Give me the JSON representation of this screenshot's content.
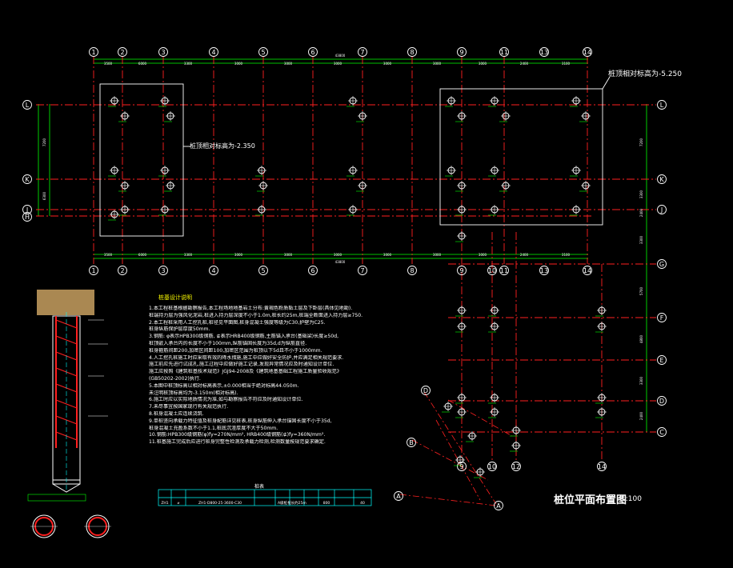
{
  "drawing": {
    "title": "桩位平面布置图",
    "scale": "1:100",
    "elevation_right": "桩顶相对标高为-5.250",
    "elevation_left": "桩顶相对标高为-2.350"
  },
  "axes": {
    "top_numbers": [
      "1",
      "2",
      "3",
      "4",
      "5",
      "6",
      "7",
      "8",
      "9",
      "11",
      "13",
      "14"
    ],
    "bottom_numbers": [
      "1",
      "2",
      "3",
      "4",
      "5",
      "6",
      "7",
      "8",
      "9",
      "10",
      "11",
      "13",
      "14"
    ],
    "letters_left": [
      "L",
      "K",
      "J",
      "H"
    ],
    "letters_right": [
      "L",
      "K",
      "J",
      "G",
      "F",
      "E",
      "D",
      "C"
    ],
    "bottom_right_numbers": [
      "9",
      "10",
      "12",
      "14"
    ],
    "skew_labels": [
      "D",
      "B",
      "A",
      "A"
    ]
  },
  "dimensions": {
    "top_segments": [
      "3500",
      "6000",
      "3300",
      "3000",
      "3000",
      "3000",
      "3000",
      "3000",
      "3000",
      "2400",
      "3100",
      "3000",
      "2400"
    ],
    "overall_top": "43800",
    "overall_bottom": "43800",
    "right_vertical": [
      "7200",
      "3300",
      "2400",
      "3300",
      "5700",
      "4800",
      "3300",
      "2400"
    ],
    "left_vertical": [
      "7200",
      "6300"
    ]
  },
  "notes": {
    "title": "桩基设计说明",
    "lines": [
      "1.本工程桩基根据勘察报告,本工程场地地基岩土分布:黄褐色粉质黏土层及下卧层(具体见地勘).",
      "   桩端持力层为强风化泥岩,桩进入持力层深度不小于1.0m,桩长约25m,桩端全断面进入持力层≥750.",
      "2.本工程桩采用人工挖孔桩,桩径见平面图,桩身混凝土强度等级为C30,护壁为C25.",
      "   桩身纵筋保护层厚度50mm.",
      "3.钢筋: φ表示HPB300级钢筋, ⊈表示HRB400级钢筋,主筋锚入承台(基础梁)长度≥50d,",
      "   桩顶嵌入承台内的长度不小于100mm,纵筋锚固长度为35d,d为纵筋直径.",
      "   桩身箍筋间距200,加密区间距100,加密区范围为桩顶以下5d且不小于1000mm.",
      "4.人工挖孔桩施工时应采取有效的降水措施,施工中应做好安全防护,并应满足相关规范要求.",
      "   施工前应先进行试成孔,施工过程中应做好施工记录,发现异常情况应及时通知设计单位.",
      "   施工应按照《建筑桩基技术规范》JGJ94-2008及《建筑地基基础工程施工质量验收规范》",
      "   (GB50202-2002)执行.",
      "5.本图中桩顶标高以相对标高表示,±0.000相当于绝对标高44.050m.",
      "   未注明桩顶标高均为-3.150m(相对标高).",
      "6.施工时应以实际地质情况为准,如与勘察报告不符应及时通知设计单位.",
      "7.未尽事宜按国家现行有关规范执行.",
      "8.桩身混凝土应连续浇筑.",
      "9.单桩竖向承载力特征值及桩身配筋详见桩表,桩身纵筋伸入承台锚固长度不小于35d,",
      "   桩身混凝土充盈系数不小于1.1,桩底沉渣厚度不大于50mm.",
      "10.钢筋:HPB300级钢筋(φ)fy=270N/mm², HRB400级钢筋(⊈)fy=360N/mm².",
      "11.桩基施工完成后应进行桩身完整性检测及承载力检测,检测数量按规范要求确定."
    ]
  },
  "pile_table": {
    "title": "桩表",
    "row": [
      "ZH1",
      "⌀",
      "ZH1-D800-25-3600-C30",
      "",
      "A级桩",
      "桩长约25m",
      "",
      "800",
      "",
      "40"
    ]
  },
  "colors": {
    "background": "#000000",
    "axis_line": "#ff2020",
    "dimension": "#00ff00",
    "pile": "#ffffff",
    "axis_bubble": "#ffffff"
  }
}
